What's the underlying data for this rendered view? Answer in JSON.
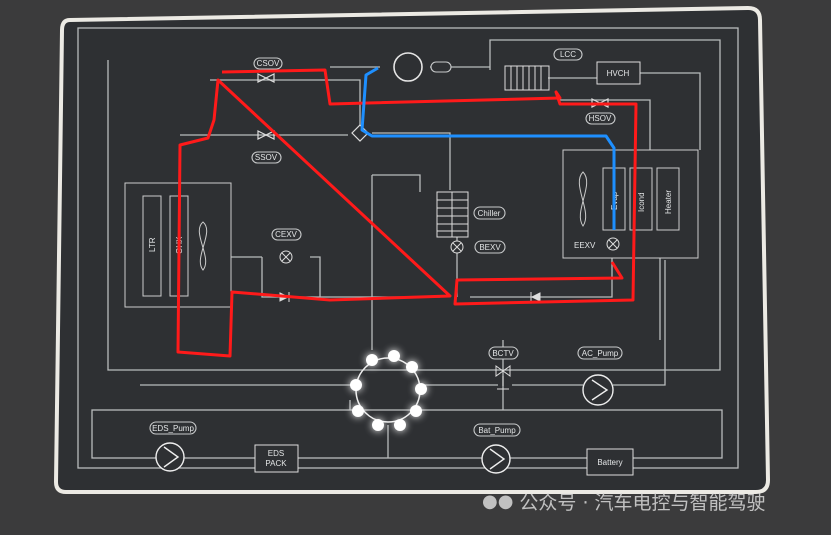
{
  "components": {
    "csov": "CSOV",
    "ssov": "SSOV",
    "lcc": "LCC",
    "hvch": "HVCH",
    "hsov": "HSOV",
    "ltr": "LTR",
    "ohx": "OHX",
    "cexv": "CEXV",
    "chiller": "Chiller",
    "bexv": "BEXV",
    "eexv": "EEXV",
    "evap": "Evap",
    "icond": "Icond",
    "heater": "Heater",
    "bctv": "BCTV",
    "ac_pump": "AC_Pump",
    "eds_pump": "EDS_Pump",
    "eds_pack_1": "EDS",
    "eds_pack_2": "PACK",
    "bat_pump": "Bat_Pump",
    "battery": "Battery"
  },
  "colors": {
    "refrigerant_hot": "#ff1a1a",
    "refrigerant_cold": "#1e8fff",
    "screen": "#2e3033"
  },
  "watermark": "公众号 · 汽车电控与智能驾驶"
}
